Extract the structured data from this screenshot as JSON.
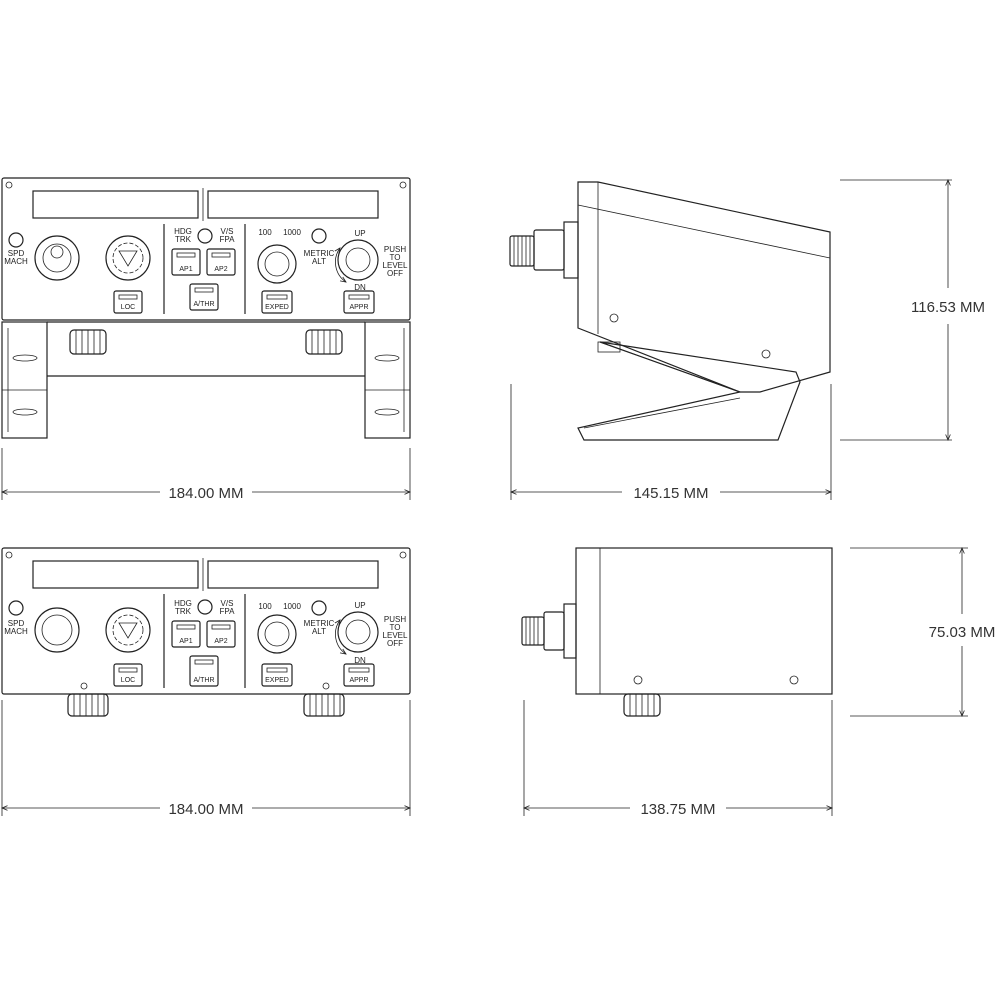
{
  "views": {
    "front_angled": {
      "labels": {
        "spd_mach": [
          "SPD",
          "MACH"
        ],
        "hdg_trk": [
          "HDG",
          "TRK"
        ],
        "vs_fpa": [
          "V/S",
          "FPA"
        ],
        "alt_100": "100",
        "alt_1000": "1000",
        "metric_alt": [
          "METRIC",
          "ALT"
        ],
        "push_level_off": [
          "PUSH",
          "TO",
          "LEVEL",
          "OFF"
        ],
        "up": "UP",
        "dn": "DN",
        "ap1": "AP1",
        "ap2": "AP2",
        "athr": "A/THR",
        "loc": "LOC",
        "exped": "EXPED",
        "appr": "APPR"
      },
      "width_dim": "184.00 MM"
    },
    "side_angled": {
      "width_dim": "145.15 MM",
      "height_dim": "116.53 MM"
    },
    "front_flat": {
      "labels": {
        "spd_mach": [
          "SPD",
          "MACH"
        ],
        "hdg_trk": [
          "HDG",
          "TRK"
        ],
        "vs_fpa": [
          "V/S",
          "FPA"
        ],
        "alt_100": "100",
        "alt_1000": "1000",
        "metric_alt": [
          "METRIC",
          "ALT"
        ],
        "push_level_off": [
          "PUSH",
          "TO",
          "LEVEL",
          "OFF"
        ],
        "up": "UP",
        "dn": "DN",
        "ap1": "AP1",
        "ap2": "AP2",
        "athr": "A/THR",
        "loc": "LOC",
        "exped": "EXPED",
        "appr": "APPR"
      },
      "width_dim": "184.00 MM"
    },
    "side_flat": {
      "width_dim": "138.75 MM",
      "height_dim": "75.03 MM"
    }
  },
  "colors": {
    "line": "#222222",
    "dimension_text": "#333333",
    "background": "#ffffff"
  }
}
